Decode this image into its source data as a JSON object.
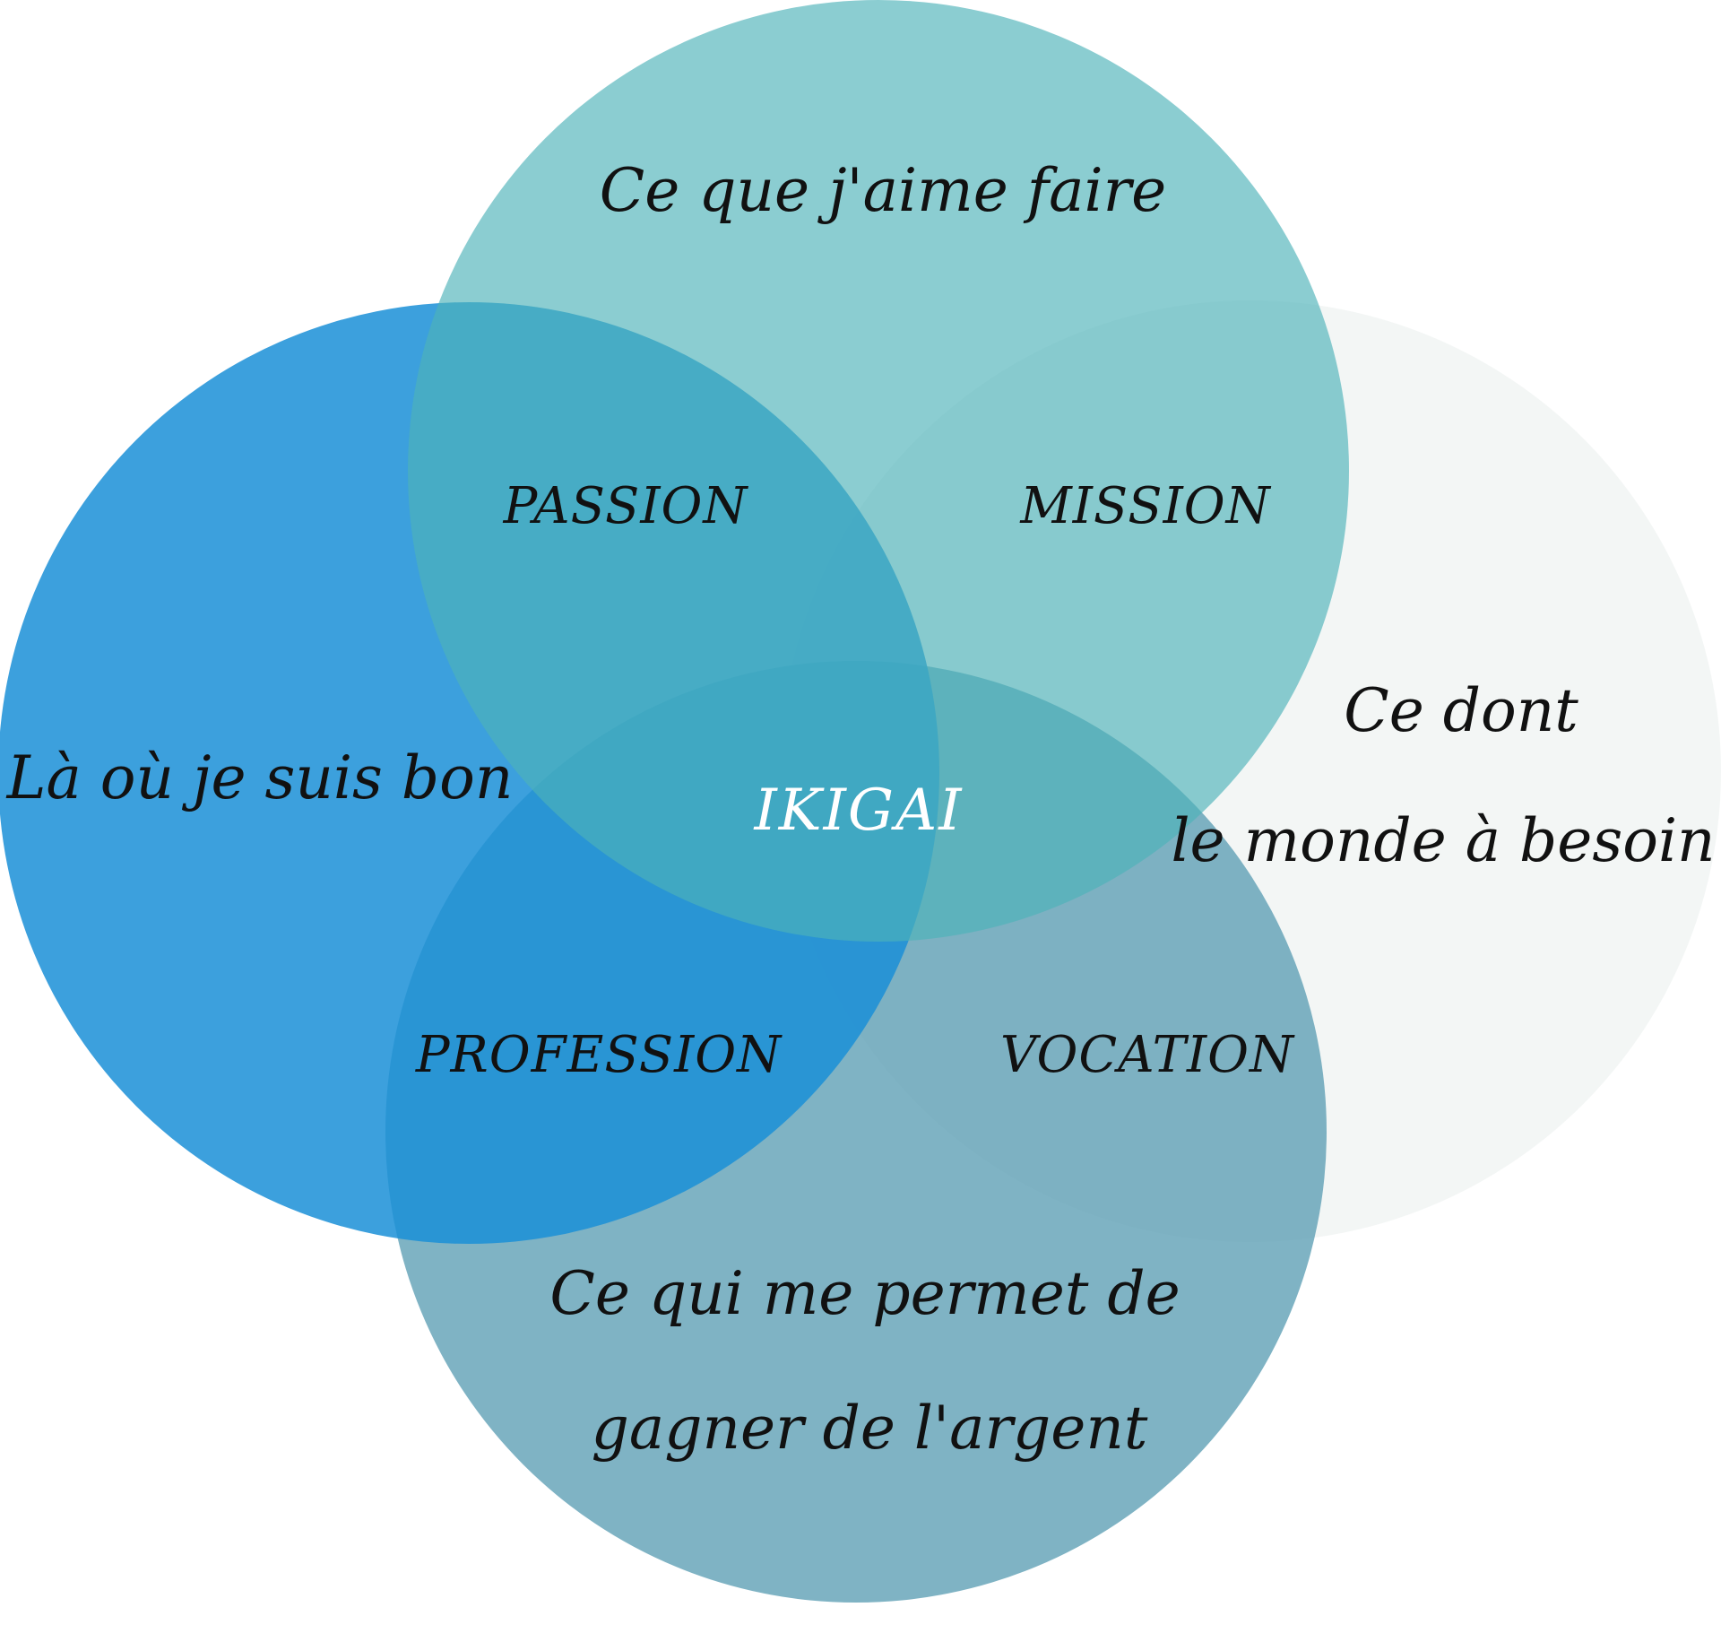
{
  "circles": {
    "top": {
      "label": "Ce que j'aime faire",
      "color": "#5fb8c0"
    },
    "left": {
      "label": "Là où je suis bon",
      "color": "#2a95d9"
    },
    "right": {
      "label_line1": "Ce dont",
      "label_line2": "le monde à besoin",
      "color": "#f1f4f3"
    },
    "bottom": {
      "label_line1": "Ce qui me permet de",
      "label_line2": "gagner de l'argent",
      "color": "#5f9fb4"
    }
  },
  "zones": {
    "passion": "PASSION",
    "mission": "MISSION",
    "profession": "PROFESSION",
    "vocation": "VOCATION"
  },
  "center": "IKIGAI"
}
